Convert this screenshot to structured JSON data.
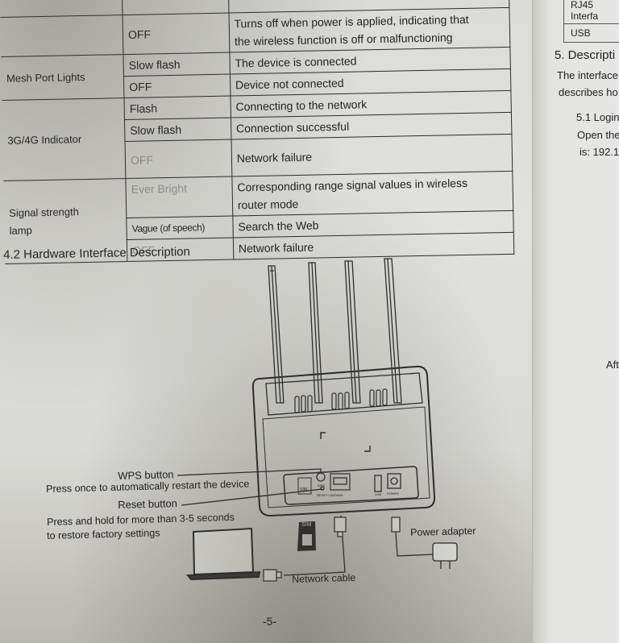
{
  "left_page": {
    "table": {
      "rows": [
        {
          "indicator": "",
          "state": "OFF",
          "description": "Turns off when power is applied, indicating that the wireless function is off or malfunctioning"
        },
        {
          "indicator": "Mesh Port Lights",
          "state": "Slow flash",
          "description": "The device is connected"
        },
        {
          "indicator": "",
          "state": "OFF",
          "description": "Device not connected"
        },
        {
          "indicator": "",
          "state": "Flash",
          "description": "Connecting to the network"
        },
        {
          "indicator": "3G/4G Indicator",
          "state": "Slow flash",
          "description": "Connection successful"
        },
        {
          "indicator": "",
          "state": "OFF",
          "description": "Network failure"
        },
        {
          "indicator": "Signal strength lamp",
          "state": "Ever Bright",
          "description": "Corresponding range signal values in wireless router mode"
        },
        {
          "indicator": "",
          "state": "Vague (of speech)",
          "description": "Search the Web"
        },
        {
          "indicator": "",
          "state": "OFF",
          "description": "Network failure"
        }
      ],
      "cells": {
        "r0_state": "OFF",
        "r0_desc_line1": "Turns off when power is applied, indicating that",
        "r0_desc_line2": "the wireless function is off or malfunctioning",
        "mesh_label": "Mesh Port Lights",
        "r1_state": "Slow flash",
        "r1_desc": "The device is connected",
        "r2_state": "OFF",
        "r2_desc": "Device not connected",
        "g34_label": "3G/4G Indicator",
        "r3_state": "Flash",
        "r3_desc": "Connecting to the network",
        "r4_state": "Slow flash",
        "r4_desc": "Connection successful",
        "r5_state": "OFF",
        "r5_desc": "Network failure",
        "signal_label_line1": "Signal strength",
        "signal_label_line2": "lamp",
        "r6_state": "Ever Bright",
        "r6_desc_line1": "Corresponding range signal values in wireless",
        "r6_desc_line2": "router mode",
        "r7_state": "Vague (of speech)",
        "r7_desc": "Search the Web",
        "r8_state": "OFF",
        "r8_desc": "Network failure"
      }
    },
    "section_title": "4.2 Hardware Interface Description",
    "diagram": {
      "wps_title": "WPS button",
      "wps_desc": "Press once to automatically restart the device",
      "reset_title": "Reset button",
      "reset_desc_line1": "Press and hold for more than 3-5 seconds",
      "reset_desc_line2": "to restore factory settings",
      "sim_label": "SIM",
      "sim_card_label": "SIM",
      "port_wps": "WPS",
      "port_reset_lan": "RESET  LAN/WAN",
      "port_usb": "USB",
      "port_power": "POWER",
      "power_adapter": "Power adapter",
      "network_cable": "Network cable"
    },
    "page_number": "-5-"
  },
  "right_page": {
    "table_rows": [
      "RJ45 Interfa",
      "USB"
    ],
    "heading": "5. Descripti",
    "line1": "The interface",
    "line2": "describes ho",
    "sub_heading": "5.1 Login",
    "line3": "Open the",
    "line4": "is: 192.1",
    "line5": "Aft"
  }
}
